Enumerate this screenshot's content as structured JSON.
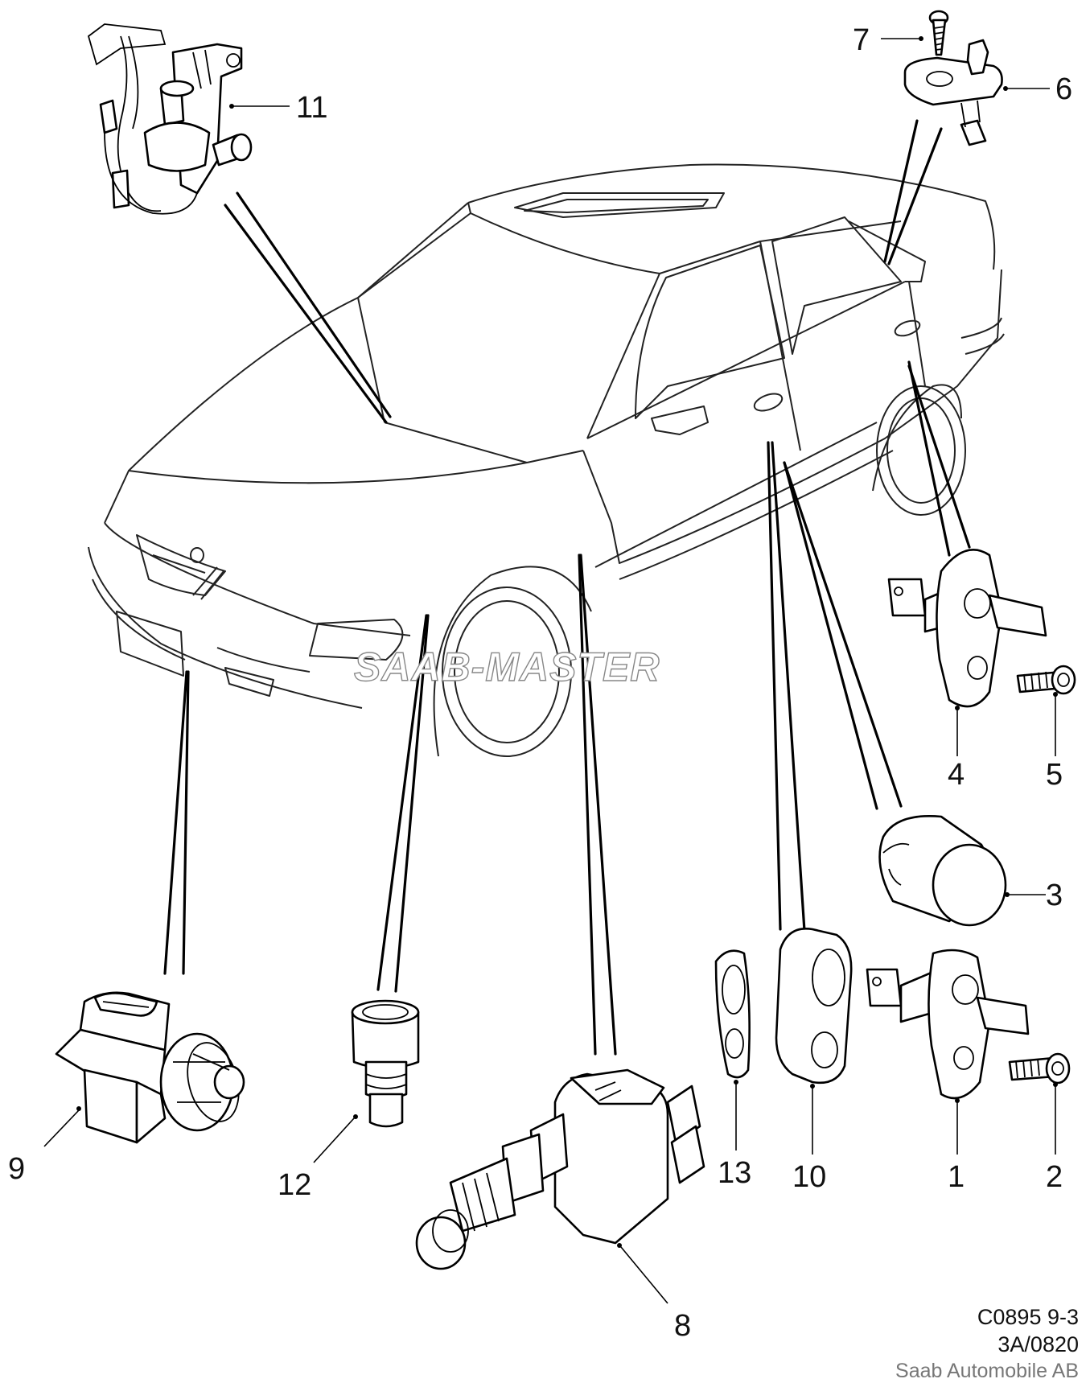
{
  "callouts": {
    "c1": "1",
    "c2": "2",
    "c3": "3",
    "c4": "4",
    "c5": "5",
    "c6": "6",
    "c7": "7",
    "c8": "8",
    "c9": "9",
    "c10": "10",
    "c11": "11",
    "c12": "12",
    "c13": "13"
  },
  "watermark": "SAAB-MASTER",
  "footer": {
    "code": "C0895 9-3",
    "ref": "3A/0820",
    "company": "Saab Automobile AB"
  }
}
